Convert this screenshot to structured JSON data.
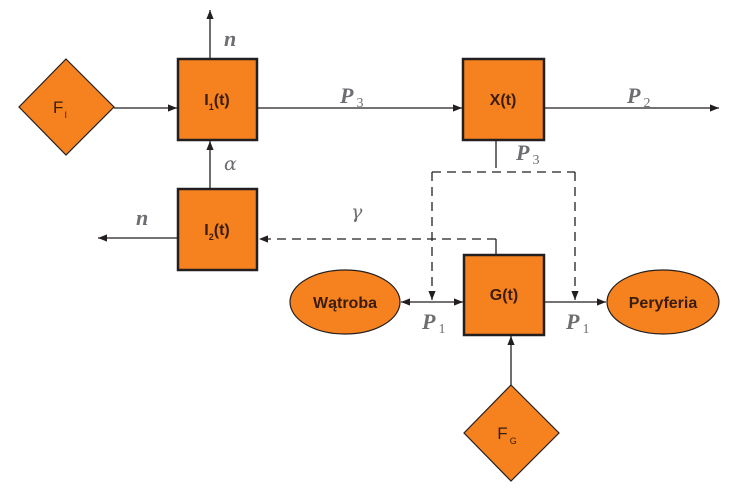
{
  "diagram": {
    "nodes": {
      "f_i": {
        "label": "F",
        "sub": "I",
        "shape": "diamond"
      },
      "i1": {
        "label": "I",
        "sub": "1",
        "suffix": "(t)",
        "shape": "box"
      },
      "i2": {
        "label": "I",
        "sub": "2",
        "suffix": "(t)",
        "shape": "box"
      },
      "x": {
        "label": "X(t)",
        "shape": "box"
      },
      "g": {
        "label": "G(t)",
        "shape": "box"
      },
      "watroba": {
        "label": "Wątroba",
        "shape": "ellipse"
      },
      "peryferia": {
        "label": "Peryferia",
        "shape": "ellipse"
      },
      "f_g": {
        "label": "F",
        "sub": "G",
        "shape": "diamond"
      }
    },
    "edges": {
      "i1_out": {
        "label": "n"
      },
      "i1_to_x": {
        "label": "P",
        "sub": "3"
      },
      "x_out": {
        "label": "P",
        "sub": "2"
      },
      "x_down": {
        "label": "P",
        "sub": "3"
      },
      "i2_to_i1": {
        "label": "α"
      },
      "i2_out": {
        "label": "n"
      },
      "g_to_i2": {
        "label": "γ"
      },
      "g_watroba": {
        "label": "P",
        "sub": "1"
      },
      "g_peryferia": {
        "label": "P",
        "sub": "1"
      }
    },
    "colors": {
      "node_fill": "#f5821f",
      "stroke": "#231f20",
      "edge_label": "#6d6e71",
      "node_text": "#3a1c0c"
    }
  }
}
